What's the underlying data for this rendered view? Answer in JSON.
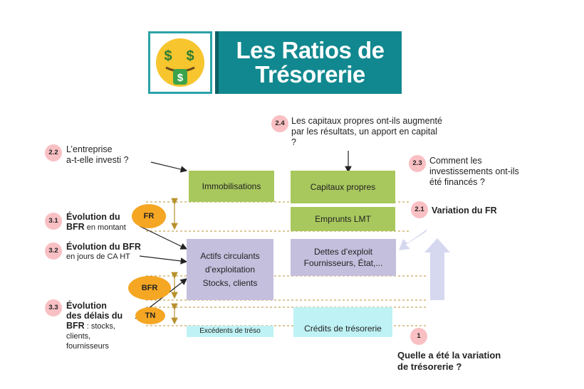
{
  "title": {
    "line1": "Les Ratios de",
    "line2": "Trésorerie"
  },
  "icon": {
    "name": "money-mouth-face-icon",
    "glyph": "$"
  },
  "questions": {
    "q2_4": {
      "badge": "2.4",
      "text": "Les capitaux propres ont-ils augmenté par les résultats, un apport en capital ?"
    },
    "q2_2": {
      "badge": "2.2",
      "line1": "L’entreprise",
      "line2": "a-t-elle investi ?"
    },
    "q2_3": {
      "badge": "2.3",
      "line1": "Comment les",
      "line2": "investissements ont-ils",
      "line3": "été financés ?"
    },
    "q2_1": {
      "badge": "2.1",
      "text": "Variation du FR"
    },
    "q3_1": {
      "badge": "3.1",
      "line1": "Évolution du",
      "line2_bold": "BFR",
      "line2_rest": " en montant"
    },
    "q3_2": {
      "badge": "3.2",
      "line1": "Évolution du BFR",
      "line2": "en jours de CA HT"
    },
    "q3_3": {
      "badge": "3.3",
      "line1": "Évolution",
      "line2": "des délais du",
      "line3_bold": "BFR",
      "line3_rest": " : stocks,",
      "line4": "clients,",
      "line5": "fournisseurs"
    },
    "q1": {
      "badge": "1",
      "line1": "Quelle a été la variation",
      "line2": "de trésorerie ?"
    }
  },
  "boxes": {
    "immobilisations": "Immobilisations",
    "capitaux_propres": "Capitaux propres",
    "emprunts": "Emprunts LMT",
    "actifs_line1": "Actifs circulants",
    "actifs_line2": "d’exploitation",
    "actifs_line3": "Stocks, clients",
    "dettes_line1": "Dettes d’exploit",
    "dettes_line2": "Fournisseurs, État,...",
    "excedents": "Excédents de tréso",
    "credits": "Crédits de trésorerie"
  },
  "ovals": {
    "fr": "FR",
    "bfr": "BFR",
    "tn": "TN"
  },
  "colors": {
    "green": "#a8c85e",
    "purple": "#c4bfdd",
    "cyan": "#bff2f5",
    "orange": "#f5a623",
    "badge": "#f9c0c4",
    "teal": "#11888f",
    "dotted": "#b8912e",
    "arrow_light": "#d6d8f0"
  }
}
